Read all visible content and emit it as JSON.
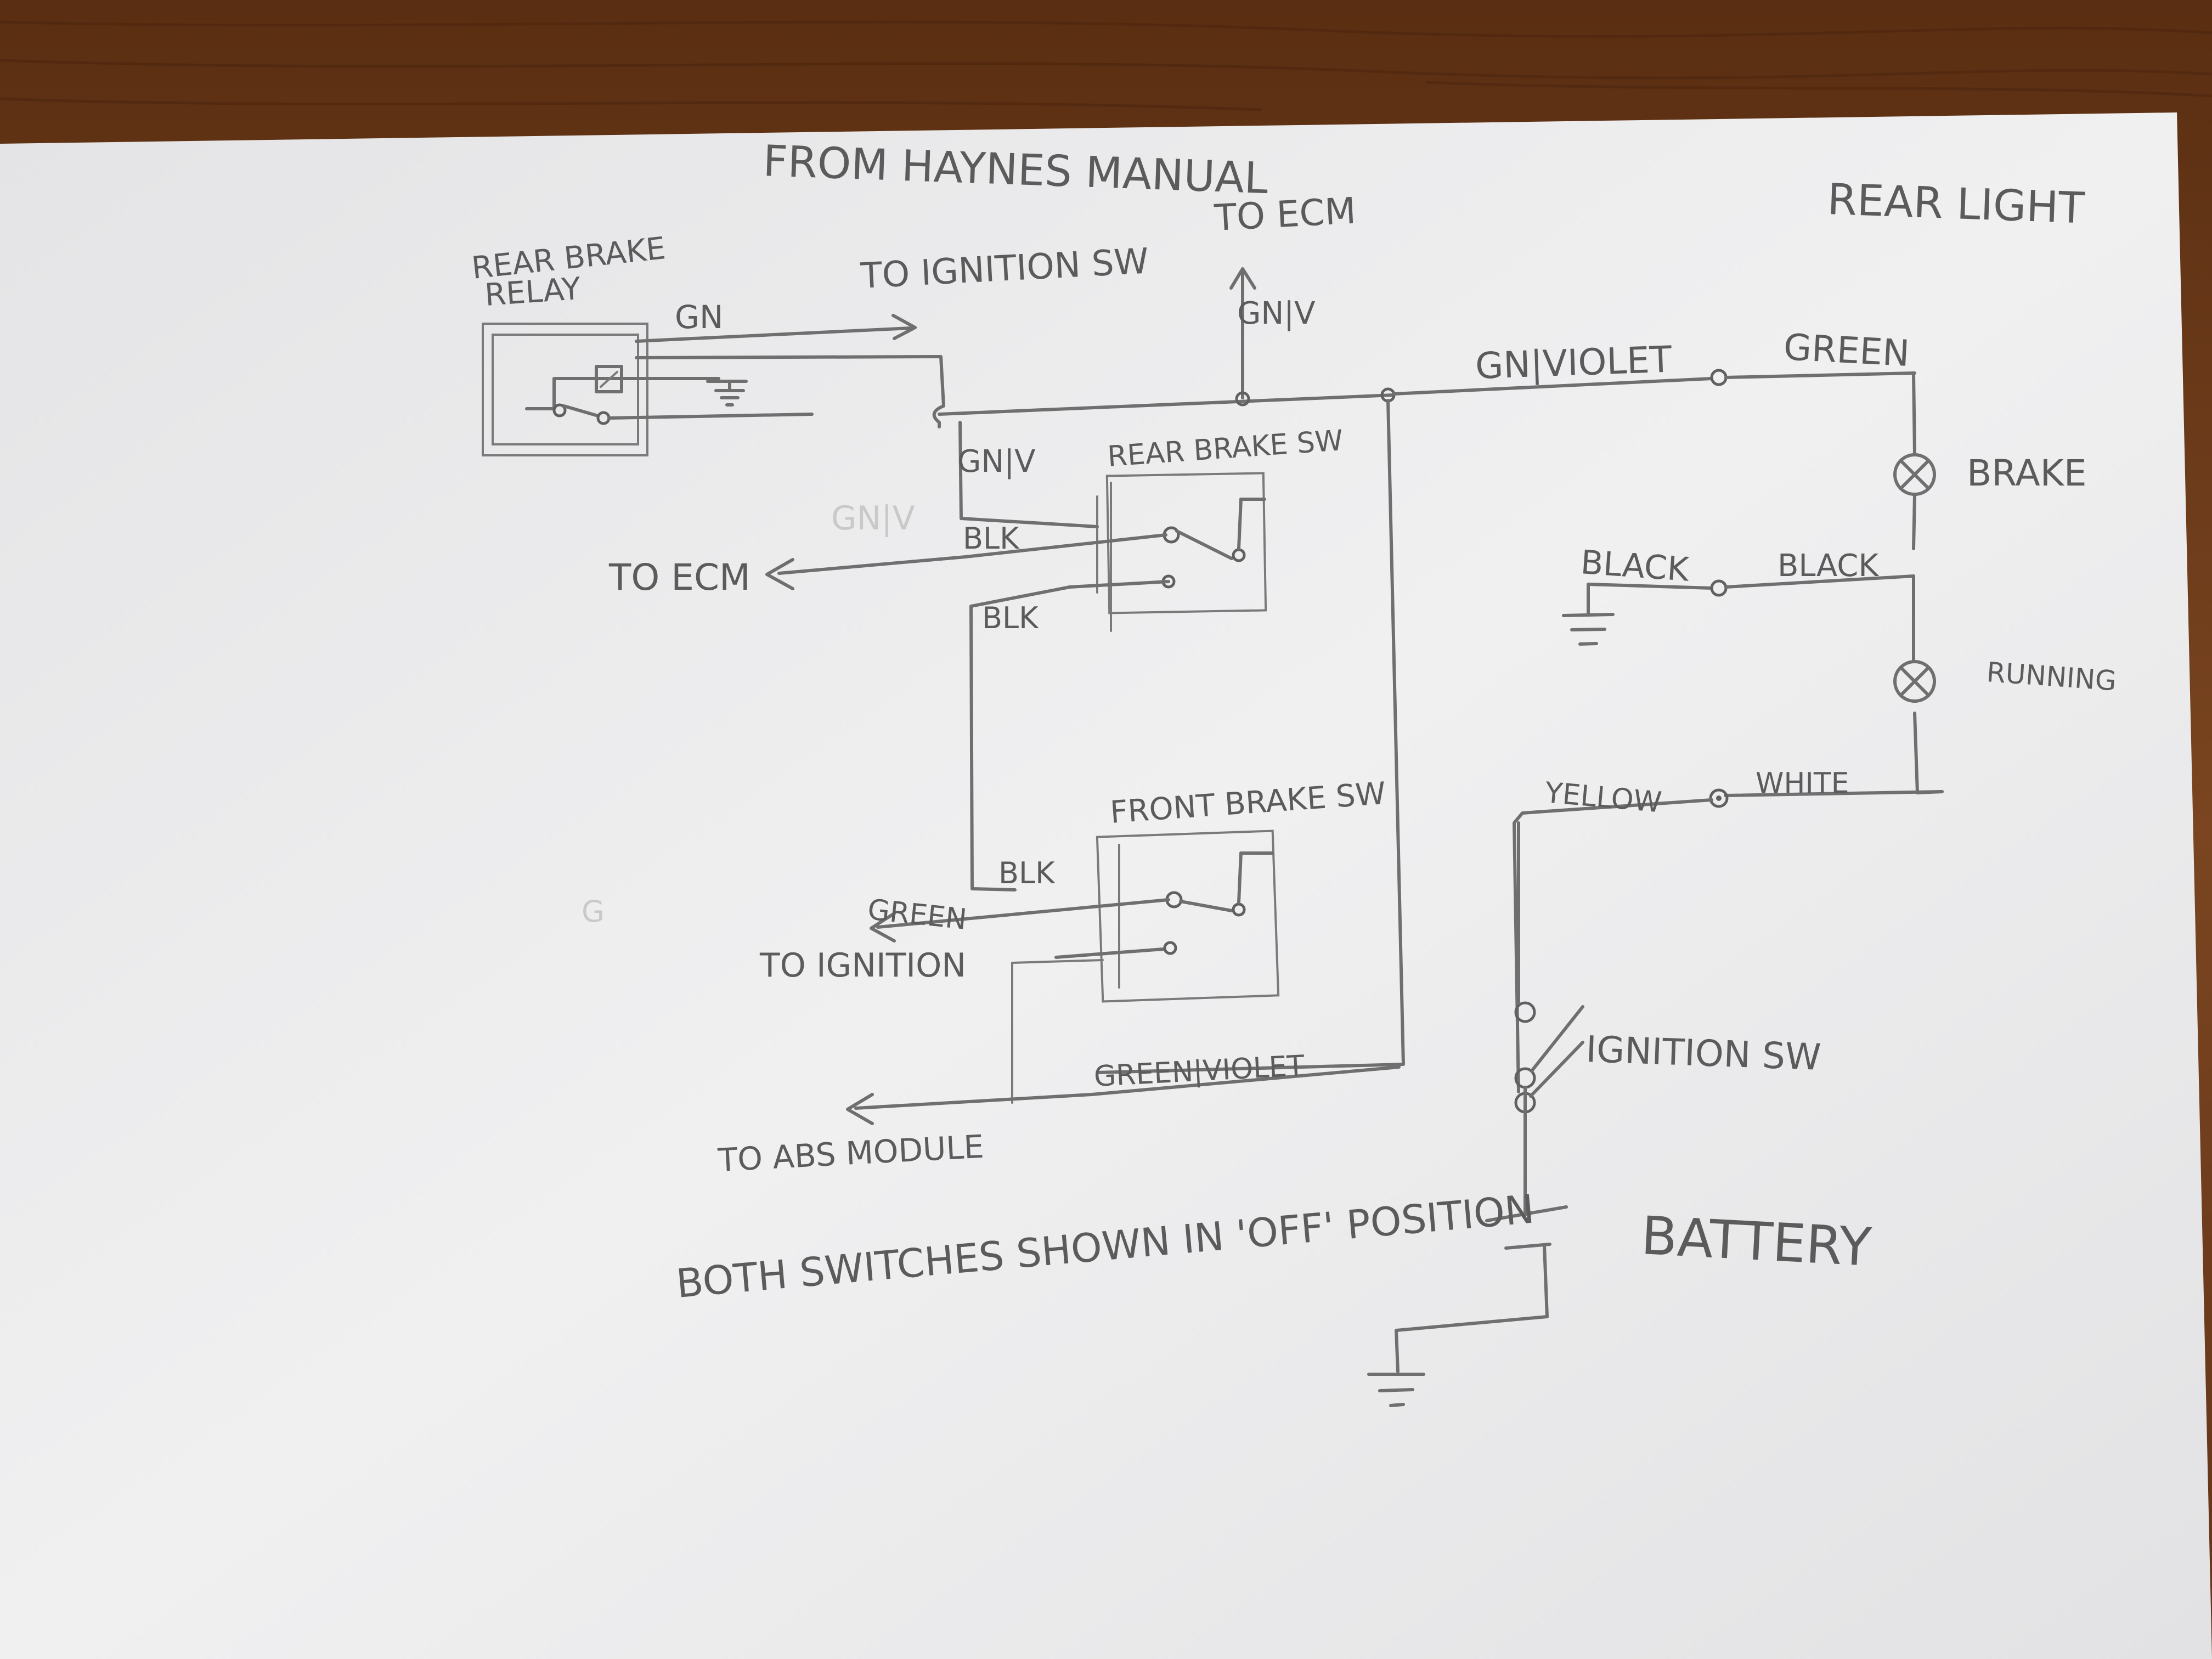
{
  "title": "FROM HAYNES MANUAL",
  "labels": {
    "rear_light": "REAR LIGHT",
    "rear_brake_relay_line1": "REAR BRAKE",
    "rear_brake_relay_line2": "RELAY",
    "gn": "GN",
    "to_ignition_sw_top": "TO IGNITION SW",
    "to_ecm_top": "TO ECM",
    "gn_v_top": "GN|V",
    "gn_violet": "GN|VIOLET",
    "green_top": "GREEN",
    "brake_lamp": "BRAKE",
    "gn_v_mid": "GN|V",
    "rear_brake_sw": "REAR BRAKE SW",
    "gn_v_faint": "GN|V",
    "blk_1": "BLK",
    "to_ecm_left": "TO ECM",
    "blk_2": "BLK",
    "black_1": "BLACK",
    "black_2": "BLACK",
    "running_lamp": "RUNNING",
    "yellow": "YELLOW",
    "white": "WHITE",
    "front_brake_sw": "FRONT BRAKE SW",
    "blk_3": "BLK",
    "green_left": "GREEN",
    "to_ignition": "TO IGNITION",
    "ignition_sw": "IGNITION SW",
    "green_violet": "GREEN|VIOLET",
    "to_abs_module": "TO ABS MODULE",
    "battery": "BATTERY",
    "note": "BOTH SWITCHES SHOWN IN 'OFF' POSITION",
    "stray_g": "G"
  },
  "colors": {
    "table": "#6b3b1c",
    "paper": "#ebebec",
    "pencil": "#6f6f6f"
  }
}
